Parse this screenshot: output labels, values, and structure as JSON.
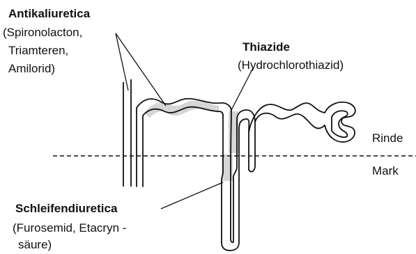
{
  "colors": {
    "ink": "#111111",
    "shade": "#d6d6d6",
    "background": "#ffffff"
  },
  "labels": {
    "antikaliuretica": {
      "title": "Antikaliuretica",
      "line1": "(Spironolacton,",
      "line2": "Triamteren,",
      "line3": "Amilorid)"
    },
    "thiazide": {
      "title": "Thiazide",
      "line1": "(Hydrochlorothiazid)"
    },
    "schleifendiuretica": {
      "title": "Schleifendiuretica",
      "line1": "(Furosemid, Etacryn -",
      "line2": "säure)"
    },
    "zones": {
      "cortex": "Rinde",
      "medulla": "Mark"
    }
  }
}
